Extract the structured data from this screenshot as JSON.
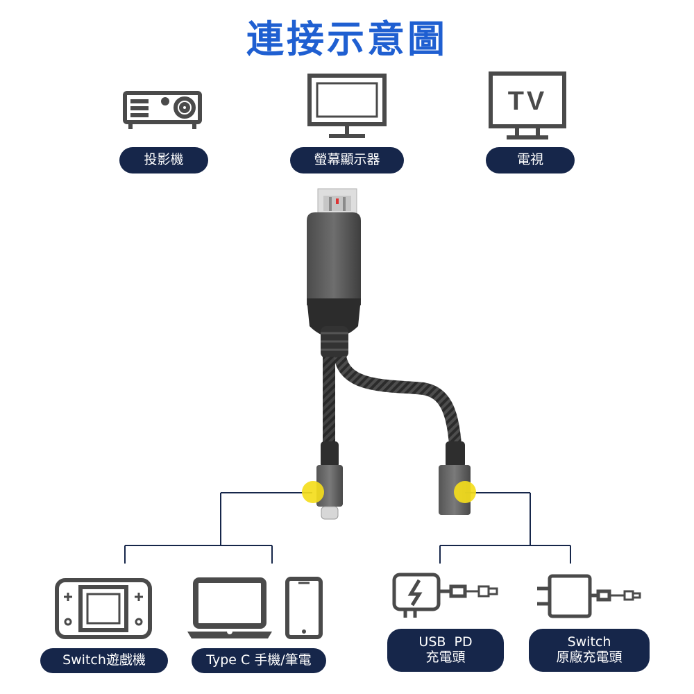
{
  "title": "連接示意圖",
  "top_devices": [
    {
      "label": "投影機",
      "icon": "projector-icon"
    },
    {
      "label": "螢幕顯示器",
      "icon": "monitor-icon"
    },
    {
      "label": "電視",
      "icon": "tv-icon",
      "icon_text": "TV"
    }
  ],
  "bottom_devices": [
    {
      "label": "Switch遊戲機",
      "icon": "switch-console-icon"
    },
    {
      "label": "Type C 手機/筆電",
      "icon": "laptop-phone-icon"
    },
    {
      "label_line1": "USB  PD",
      "label_line2": "充電頭",
      "icon": "usb-pd-charger-icon"
    },
    {
      "label_line1": "Switch",
      "label_line2": "原廠充電頭",
      "icon": "switch-charger-icon"
    }
  ],
  "colors": {
    "title": "#1f5fd1",
    "pill_bg": "#16264a",
    "icon_stroke": "#4a4a4a",
    "connector_line": "#16264a",
    "dot": "#f4dd1c"
  }
}
